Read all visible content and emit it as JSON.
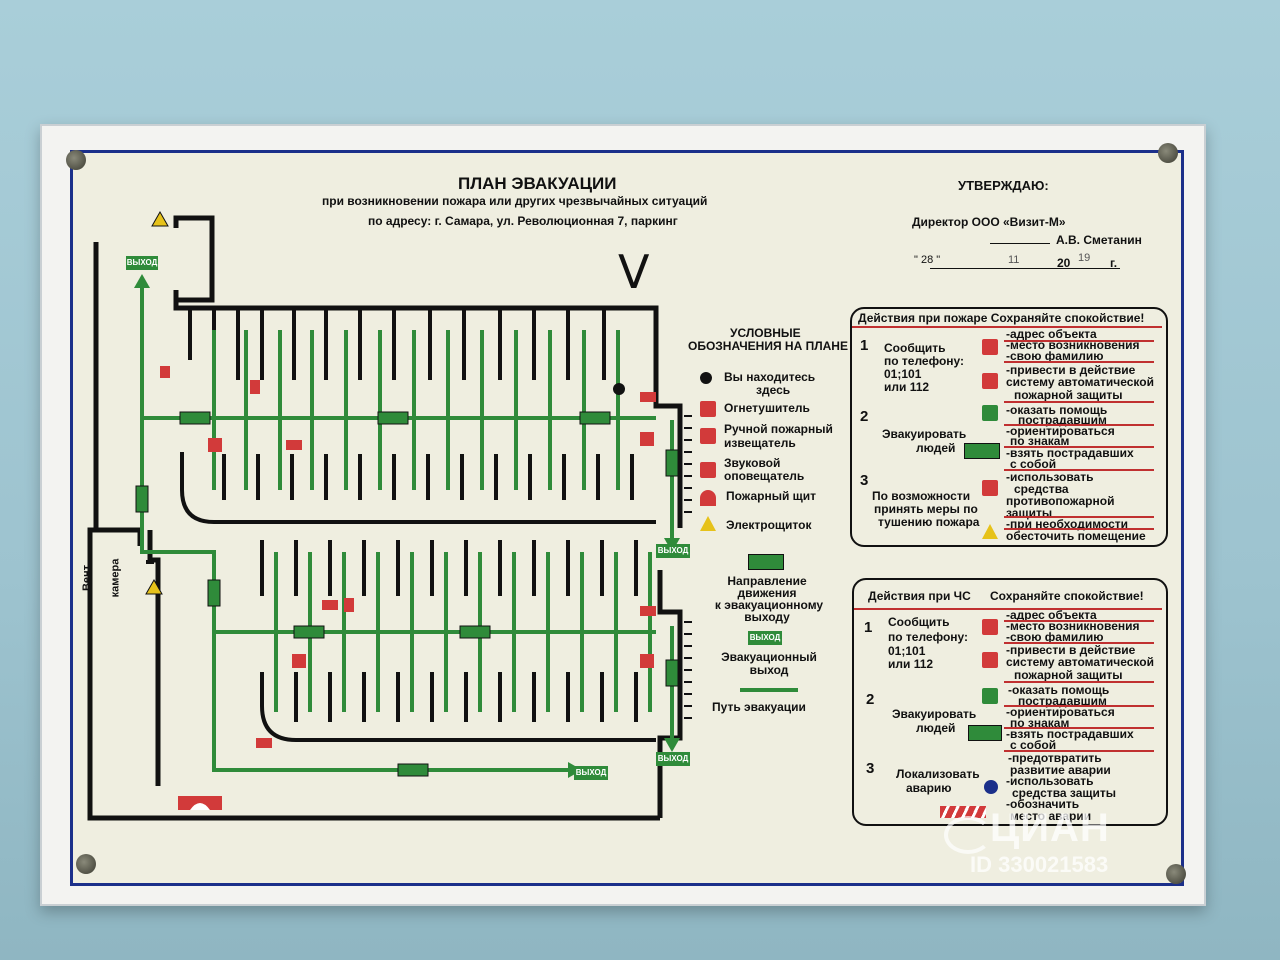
{
  "title": "ПЛАН ЭВАКУАЦИИ",
  "subtitle": "при возникновении пожара или других чрезвычайных ситуаций",
  "address": "по адресу: г. Самара, ул. Революционная 7, паркинг",
  "approve": {
    "heading": "УТВЕРЖДАЮ:",
    "director": "Директор ООО «Визит-М»",
    "name": "А.В. Сметанин",
    "day": "\"  28  \"",
    "month": "11",
    "year_prefix": "20",
    "year_suffix": "19",
    "year_end": "г."
  },
  "handwritten_mark": "V",
  "legend": {
    "heading_1": "УСЛОВНЫЕ",
    "heading_2": "ОБОЗНАЧЕНИЯ НА ПЛАНЕ",
    "you_are_here_1": "Вы находитесь",
    "you_are_here_2": "здесь",
    "extinguisher": "Огнетушитель",
    "call_point_1": "Ручной пожарный",
    "call_point_2": "извещатель",
    "sounder_1": "Звуковой",
    "sounder_2": "оповещатель",
    "fire_board": "Пожарный щит",
    "electric_board": "Электрощиток",
    "direction_1": "Направление",
    "direction_2": "движения",
    "direction_3": "к эвакуационному",
    "direction_4": "выходу",
    "exit_sign": "ВЫХОД",
    "exit_1": "Эвакуационный",
    "exit_2": "выход",
    "route": "Путь эвакуации"
  },
  "plan": {
    "exit_label": "ВЫХОД",
    "vent_1": "Вент",
    "vent_2": "камера"
  },
  "fire_panel": {
    "header": "Действия при пожаре Сохраняйте спокойствие!",
    "step1_num": "1",
    "step1_a": "Сообщить",
    "step1_b": "по телефону:",
    "step1_c": "01;101",
    "step1_d": "или 112",
    "step1_items": [
      "-адрес объекта",
      "-место возникновения",
      "-свою фамилию",
      "-привести в действие",
      "систему автоматической",
      "пожарной защиты"
    ],
    "step2_num": "2",
    "step2_a": "Эвакуировать",
    "step2_b": "людей",
    "step2_items": [
      "-оказать помощь",
      "пострадавшим",
      "-ориентироваться",
      "по знакам",
      "-взять пострадавших",
      "с собой"
    ],
    "step3_num": "3",
    "step3_a": "По возможности",
    "step3_b": "принять меры по",
    "step3_c": "тушению пожара",
    "step3_items": [
      "-использовать",
      "средства",
      "противопожарной",
      "защиты",
      "-при необходимости",
      "обесточить помещение"
    ]
  },
  "emergency_panel": {
    "header_left": "Действия при ЧС",
    "header_right": "Сохраняйте спокойствие!",
    "step1_num": "1",
    "step1_a": "Сообщить",
    "step1_b": "по телефону:",
    "step1_c": "01;101",
    "step1_d": "или 112",
    "step1_items": [
      "-адрес объекта",
      "-место возникновения",
      "-свою фамилию",
      "-привести в действие",
      "систему автоматической",
      "пожарной защиты"
    ],
    "step2_num": "2",
    "step2_a": "Эвакуировать",
    "step2_b": "людей",
    "step2_items": [
      "-оказать помощь",
      "пострадавшим",
      "-ориентироваться",
      "по знакам",
      "-взять пострадавших",
      "с собой"
    ],
    "step3_num": "3",
    "step3_a": "Локализовать",
    "step3_b": "аварию",
    "step3_items": [
      "-предотвратить",
      "развитие аварии",
      "-использовать",
      "средства защиты",
      "-обозначить",
      "место аварии"
    ]
  },
  "watermark": {
    "brand": "ЦИАН",
    "id": "ID 330021583"
  },
  "colors": {
    "route": "#2f8b3a",
    "wall": "#111111",
    "sign_red": "#d23a3a",
    "border_blue": "#1b2f8a"
  }
}
